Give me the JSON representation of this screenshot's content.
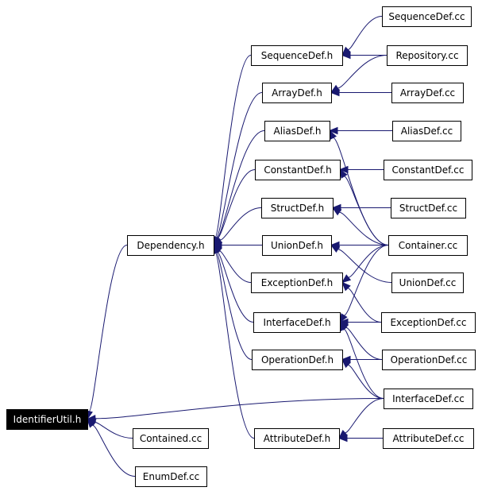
{
  "nodes": [
    {
      "id": "identifierutil_h",
      "label": "IdentifierUtil.h",
      "root": true
    },
    {
      "id": "dependency_h",
      "label": "Dependency.h"
    },
    {
      "id": "contained_cc",
      "label": "Contained.cc"
    },
    {
      "id": "enumdef_cc",
      "label": "EnumDef.cc"
    },
    {
      "id": "sequencedef_h",
      "label": "SequenceDef.h"
    },
    {
      "id": "arraydef_h",
      "label": "ArrayDef.h"
    },
    {
      "id": "aliasdef_h",
      "label": "AliasDef.h"
    },
    {
      "id": "constantdef_h",
      "label": "ConstantDef.h"
    },
    {
      "id": "structdef_h",
      "label": "StructDef.h"
    },
    {
      "id": "uniondef_h",
      "label": "UnionDef.h"
    },
    {
      "id": "exceptiondef_h",
      "label": "ExceptionDef.h"
    },
    {
      "id": "interfacedef_h",
      "label": "InterfaceDef.h"
    },
    {
      "id": "operationdef_h",
      "label": "OperationDef.h"
    },
    {
      "id": "attributedef_h",
      "label": "AttributeDef.h"
    },
    {
      "id": "sequencedef_cc",
      "label": "SequenceDef.cc"
    },
    {
      "id": "repository_cc",
      "label": "Repository.cc"
    },
    {
      "id": "arraydef_cc",
      "label": "ArrayDef.cc"
    },
    {
      "id": "aliasdef_cc",
      "label": "AliasDef.cc"
    },
    {
      "id": "constantdef_cc",
      "label": "ConstantDef.cc"
    },
    {
      "id": "structdef_cc",
      "label": "StructDef.cc"
    },
    {
      "id": "container_cc",
      "label": "Container.cc"
    },
    {
      "id": "uniondef_cc",
      "label": "UnionDef.cc"
    },
    {
      "id": "exceptiondef_cc",
      "label": "ExceptionDef.cc"
    },
    {
      "id": "operationdef_cc",
      "label": "OperationDef.cc"
    },
    {
      "id": "interfacedef_cc",
      "label": "InterfaceDef.cc"
    },
    {
      "id": "attributedef_cc",
      "label": "AttributeDef.cc"
    }
  ],
  "edges": [
    {
      "from": "dependency_h",
      "to": "identifierutil_h"
    },
    {
      "from": "contained_cc",
      "to": "identifierutil_h"
    },
    {
      "from": "enumdef_cc",
      "to": "identifierutil_h"
    },
    {
      "from": "interfacedef_cc",
      "to": "identifierutil_h"
    },
    {
      "from": "sequencedef_h",
      "to": "dependency_h"
    },
    {
      "from": "arraydef_h",
      "to": "dependency_h"
    },
    {
      "from": "aliasdef_h",
      "to": "dependency_h"
    },
    {
      "from": "constantdef_h",
      "to": "dependency_h"
    },
    {
      "from": "structdef_h",
      "to": "dependency_h"
    },
    {
      "from": "uniondef_h",
      "to": "dependency_h"
    },
    {
      "from": "exceptiondef_h",
      "to": "dependency_h"
    },
    {
      "from": "interfacedef_h",
      "to": "dependency_h"
    },
    {
      "from": "operationdef_h",
      "to": "dependency_h"
    },
    {
      "from": "attributedef_h",
      "to": "dependency_h"
    },
    {
      "from": "sequencedef_cc",
      "to": "sequencedef_h"
    },
    {
      "from": "repository_cc",
      "to": "sequencedef_h"
    },
    {
      "from": "repository_cc",
      "to": "arraydef_h"
    },
    {
      "from": "arraydef_cc",
      "to": "arraydef_h"
    },
    {
      "from": "aliasdef_cc",
      "to": "aliasdef_h"
    },
    {
      "from": "container_cc",
      "to": "aliasdef_h"
    },
    {
      "from": "constantdef_cc",
      "to": "constantdef_h"
    },
    {
      "from": "container_cc",
      "to": "constantdef_h"
    },
    {
      "from": "structdef_cc",
      "to": "structdef_h"
    },
    {
      "from": "container_cc",
      "to": "structdef_h"
    },
    {
      "from": "container_cc",
      "to": "uniondef_h"
    },
    {
      "from": "uniondef_cc",
      "to": "uniondef_h"
    },
    {
      "from": "container_cc",
      "to": "exceptiondef_h"
    },
    {
      "from": "exceptiondef_cc",
      "to": "exceptiondef_h"
    },
    {
      "from": "container_cc",
      "to": "interfacedef_h"
    },
    {
      "from": "exceptiondef_cc",
      "to": "interfacedef_h"
    },
    {
      "from": "operationdef_cc",
      "to": "interfacedef_h"
    },
    {
      "from": "interfacedef_cc",
      "to": "interfacedef_h"
    },
    {
      "from": "operationdef_cc",
      "to": "operationdef_h"
    },
    {
      "from": "interfacedef_cc",
      "to": "operationdef_h"
    },
    {
      "from": "interfacedef_cc",
      "to": "attributedef_h"
    },
    {
      "from": "attributedef_cc",
      "to": "attributedef_h"
    }
  ],
  "colors": {
    "edge": "#191970",
    "root_fill": "#000000",
    "root_text": "#ffffff",
    "node_fill": "#ffffff",
    "node_border": "#000000"
  }
}
